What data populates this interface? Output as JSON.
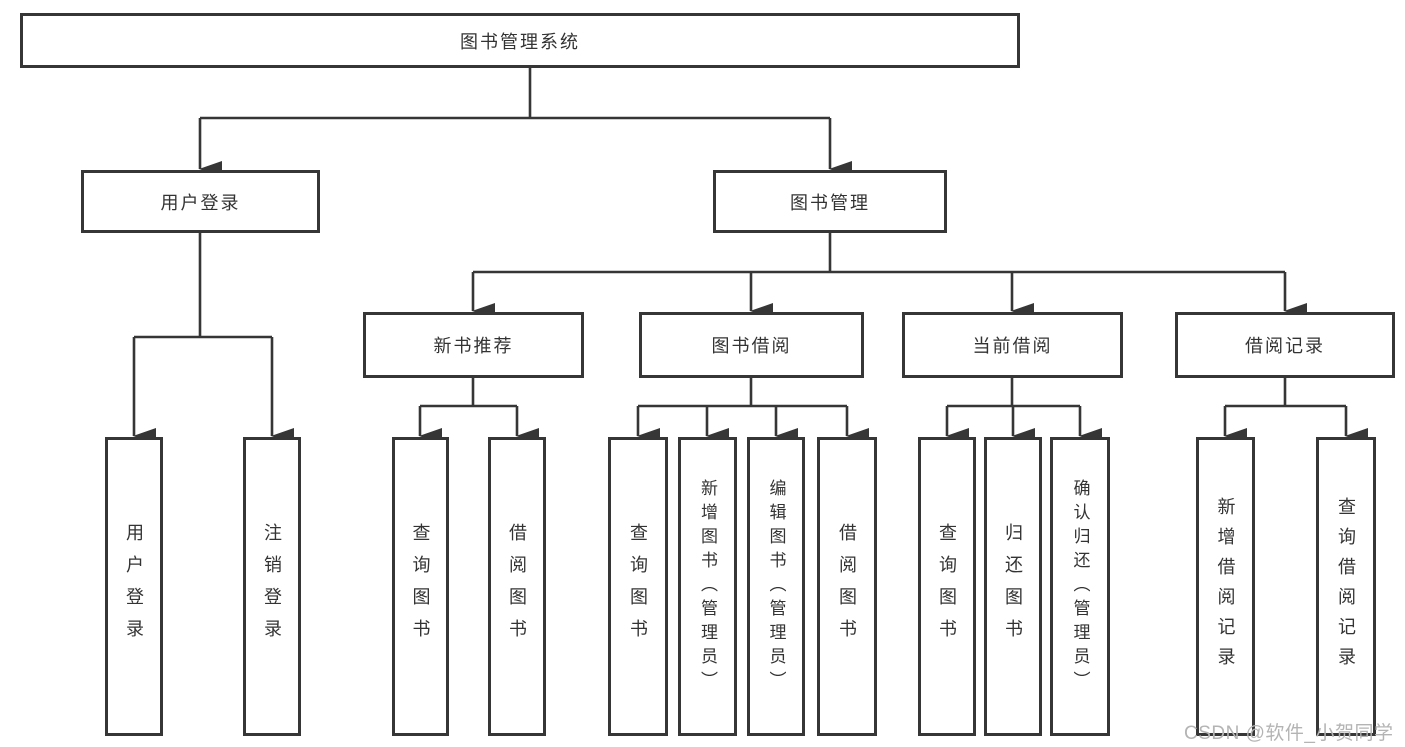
{
  "diagram": {
    "root": "图书管理系统",
    "user_branch": {
      "label": "用户登录",
      "leaves": [
        "用户登录",
        "注销登录"
      ]
    },
    "book_branch": {
      "label": "图书管理",
      "groups": [
        {
          "label": "新书推荐",
          "leaves": [
            "查询图书",
            "借阅图书"
          ]
        },
        {
          "label": "图书借阅",
          "leaves": [
            "查询图书",
            "新增图书（管理员）",
            "编辑图书（管理员）",
            "借阅图书"
          ]
        },
        {
          "label": "当前借阅",
          "leaves": [
            "查询图书",
            "归还图书",
            "确认归还（管理员）"
          ]
        },
        {
          "label": "借阅记录",
          "leaves": [
            "新增借阅记录",
            "查询借阅记录"
          ]
        }
      ]
    }
  },
  "watermark": "CSDN @软件_小贺同学",
  "colors": {
    "line": "#363636",
    "text": "#333333",
    "watermark": "#b4b4b4",
    "background": "#ffffff"
  }
}
